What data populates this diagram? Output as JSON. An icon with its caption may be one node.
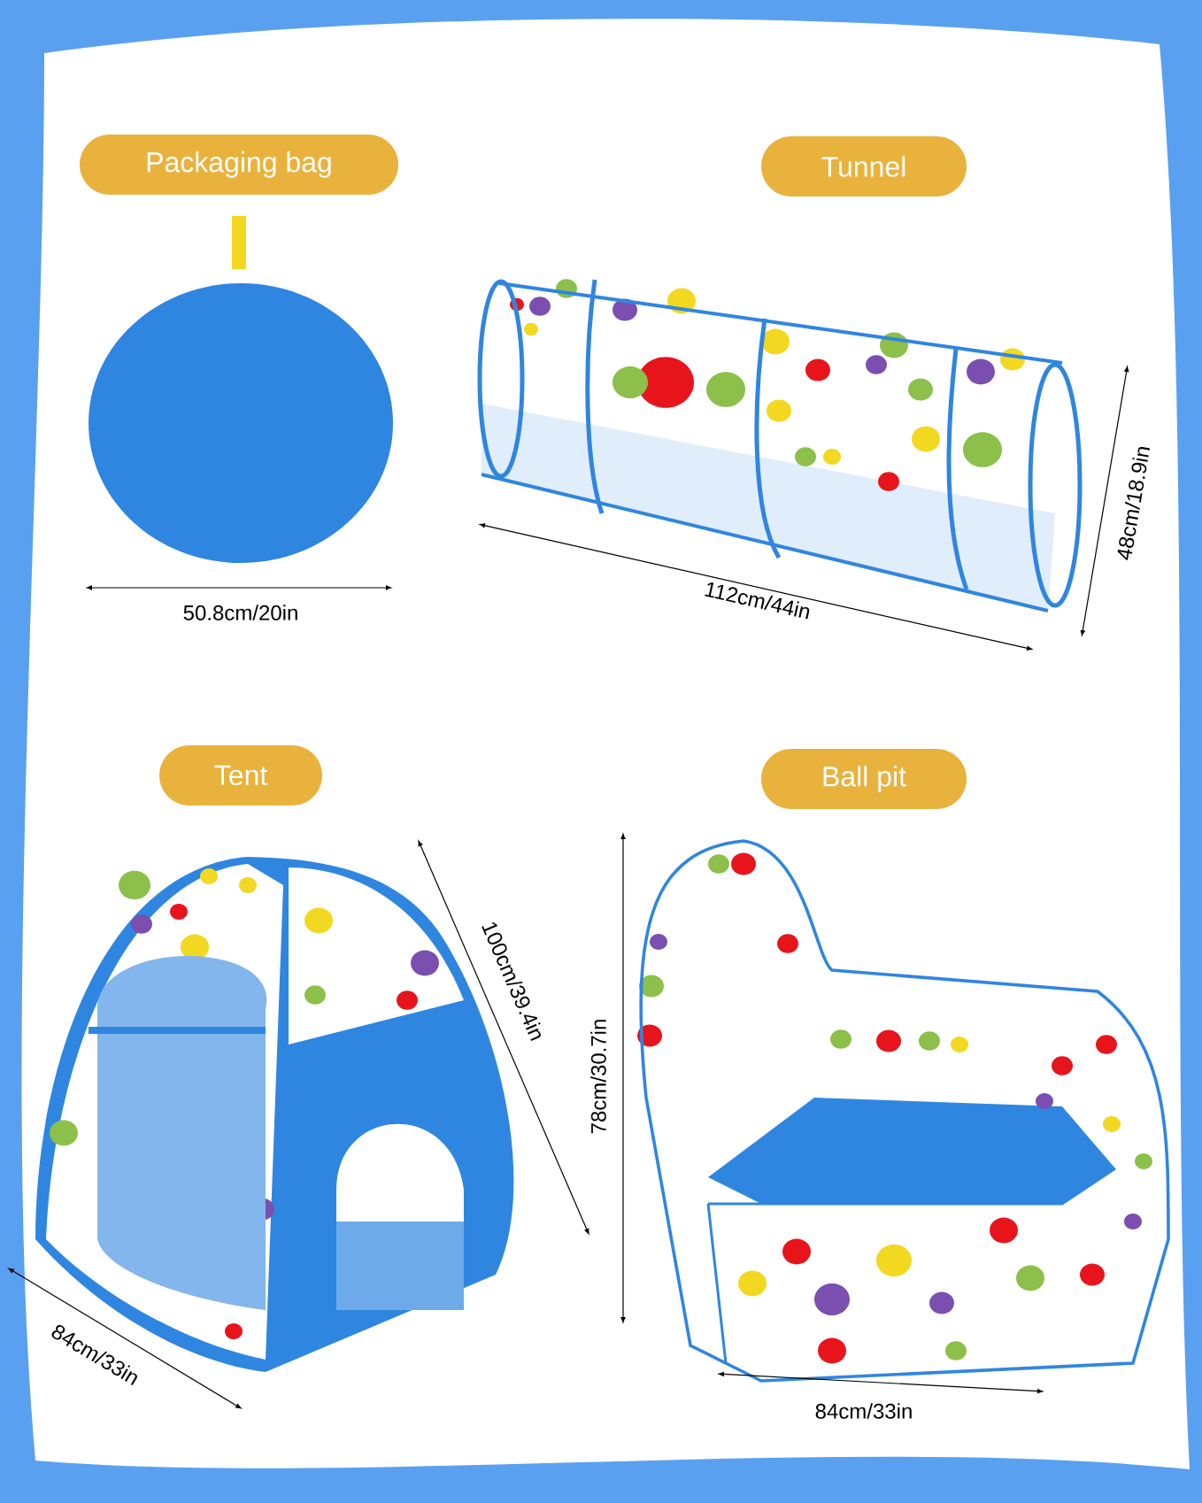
{
  "diagram": {
    "nodes": [
      {
        "text": [
          "Packaging bag"
        ]
      },
      {
        "text": [
          "Tunnel"
        ]
      },
      {
        "text": [
          "Tent"
        ]
      },
      {
        "text": [
          "Ball pit"
        ]
      }
    ],
    "labels": [
      "50.8cm/20in",
      "112cm/44in",
      "48cm/18.9in",
      "100cm/39.4in",
      "78cm/30.7in",
      "84cm/33in",
      "84cm/33in"
    ]
  }
}
